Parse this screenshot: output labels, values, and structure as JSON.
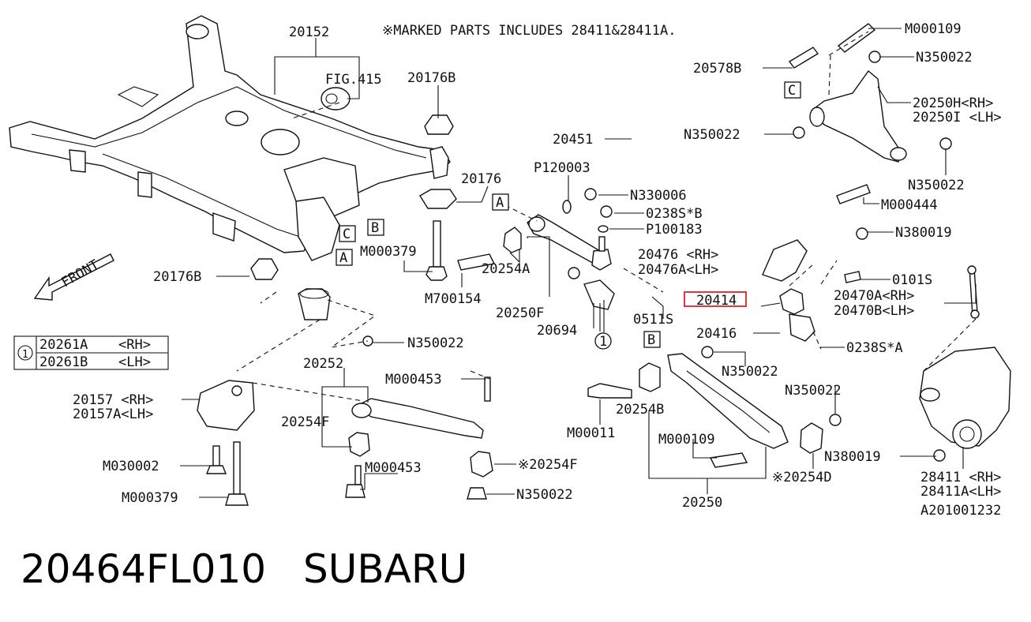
{
  "note": "※MARKED PARTS INCLUDES 28411&28411A.",
  "front_label": "FRONT",
  "fig_ref": "FIG.415",
  "diagram_code": "A201001232",
  "highlight_part": "20414",
  "box_letters": [
    "A",
    "B",
    "C"
  ],
  "callout_number": "1",
  "legend": [
    {
      "part": "20261A",
      "side": "<RH>"
    },
    {
      "part": "20261B",
      "side": "<LH>"
    }
  ],
  "part_labels": {
    "p20152": "20152",
    "p20176B_top": "20176B",
    "p20176": "20176",
    "p20176B_left": "20176B",
    "pM000379_mid": "M000379",
    "pM700154": "M700154",
    "p20254A": "20254A",
    "p20250F": "20250F",
    "p20694": "20694",
    "pP120003": "P120003",
    "pN330006": "N330006",
    "p0238SB": "0238S*B",
    "pP100183": "P100183",
    "p20451": "20451",
    "p0511S": "0511S",
    "p20476": "20476 <RH>",
    "p20476A": "20476A<LH>",
    "p20414": "20414",
    "p20416": "20416",
    "p0238SA": "0238S*A",
    "pN350022_mid": "N350022",
    "p20254B": "20254B",
    "pM00011": "M00011",
    "pM000109_low": "M000109",
    "p20254D": "※20254D",
    "p20250": "20250",
    "pN350022_r": "N350022",
    "pN380019_low": "N380019",
    "p28411": "28411 <RH>",
    "p28411A": "28411A<LH>",
    "pM000109_top": "M000109",
    "pN350022_top": "N350022",
    "p20578B": "20578B",
    "p20250H": "20250H<RH>",
    "p20250I": "20250I <LH>",
    "pN350022_c": "N350022",
    "pN350022_d": "N350022",
    "pM000444": "M000444",
    "pN380019_top": "N380019",
    "p0101S": "0101S",
    "p20470A": "20470A<RH>",
    "p20470B": "20470B<LH>",
    "p20157": "20157 <RH>",
    "p20157A": "20157A<LH>",
    "pM030002": "M030002",
    "pM000379_low": "M000379",
    "p20252": "20252",
    "pN350022_left": "N350022",
    "pM000453_a": "M000453",
    "p20254F_l": "20254F",
    "pM000453_b": "M000453",
    "p20254F_r": "※20254F",
    "pN350022_bot": "N350022"
  },
  "footer": {
    "part_number": "20464FL010",
    "brand": "SUBARU"
  }
}
